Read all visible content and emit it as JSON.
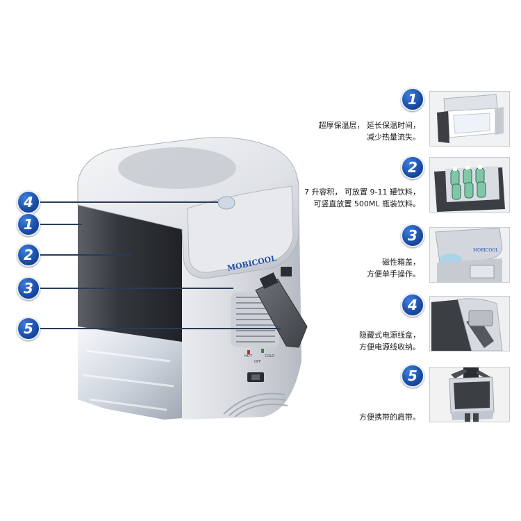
{
  "product": {
    "brand_logo": "MOBICOOL",
    "panel_labels": {
      "heat": "HOT",
      "off": "OFF",
      "cold": "COLD"
    }
  },
  "features": [
    {
      "number": "1",
      "lines": [
        "超厚保温层，  延长保温时间，",
        "减少热量流失。"
      ],
      "thumbnail": "open-lid-interior"
    },
    {
      "number": "2",
      "lines": [
        "7 升容积，  可放置 9-11 罐饮料，",
        "可竖直放置 500ML 瓶装饮料。"
      ],
      "thumbnail": "bottles-inside"
    },
    {
      "number": "3",
      "lines": [
        "磁性箱盖，",
        "方便单手操作。"
      ],
      "thumbnail": "magnetic-lid"
    },
    {
      "number": "4",
      "lines": [
        "隐藏式电源线盒，",
        "方便电源线收纳。"
      ],
      "thumbnail": "hidden-cord-box"
    },
    {
      "number": "5",
      "lines": [
        "方便携带的肩带。"
      ],
      "thumbnail": "shoulder-strap"
    }
  ],
  "colors": {
    "badge_blue": "#1c4fa8",
    "body_silver": "#d9dde3",
    "side_panel": "#3b3f44",
    "leader_line": "#2a3b55"
  }
}
